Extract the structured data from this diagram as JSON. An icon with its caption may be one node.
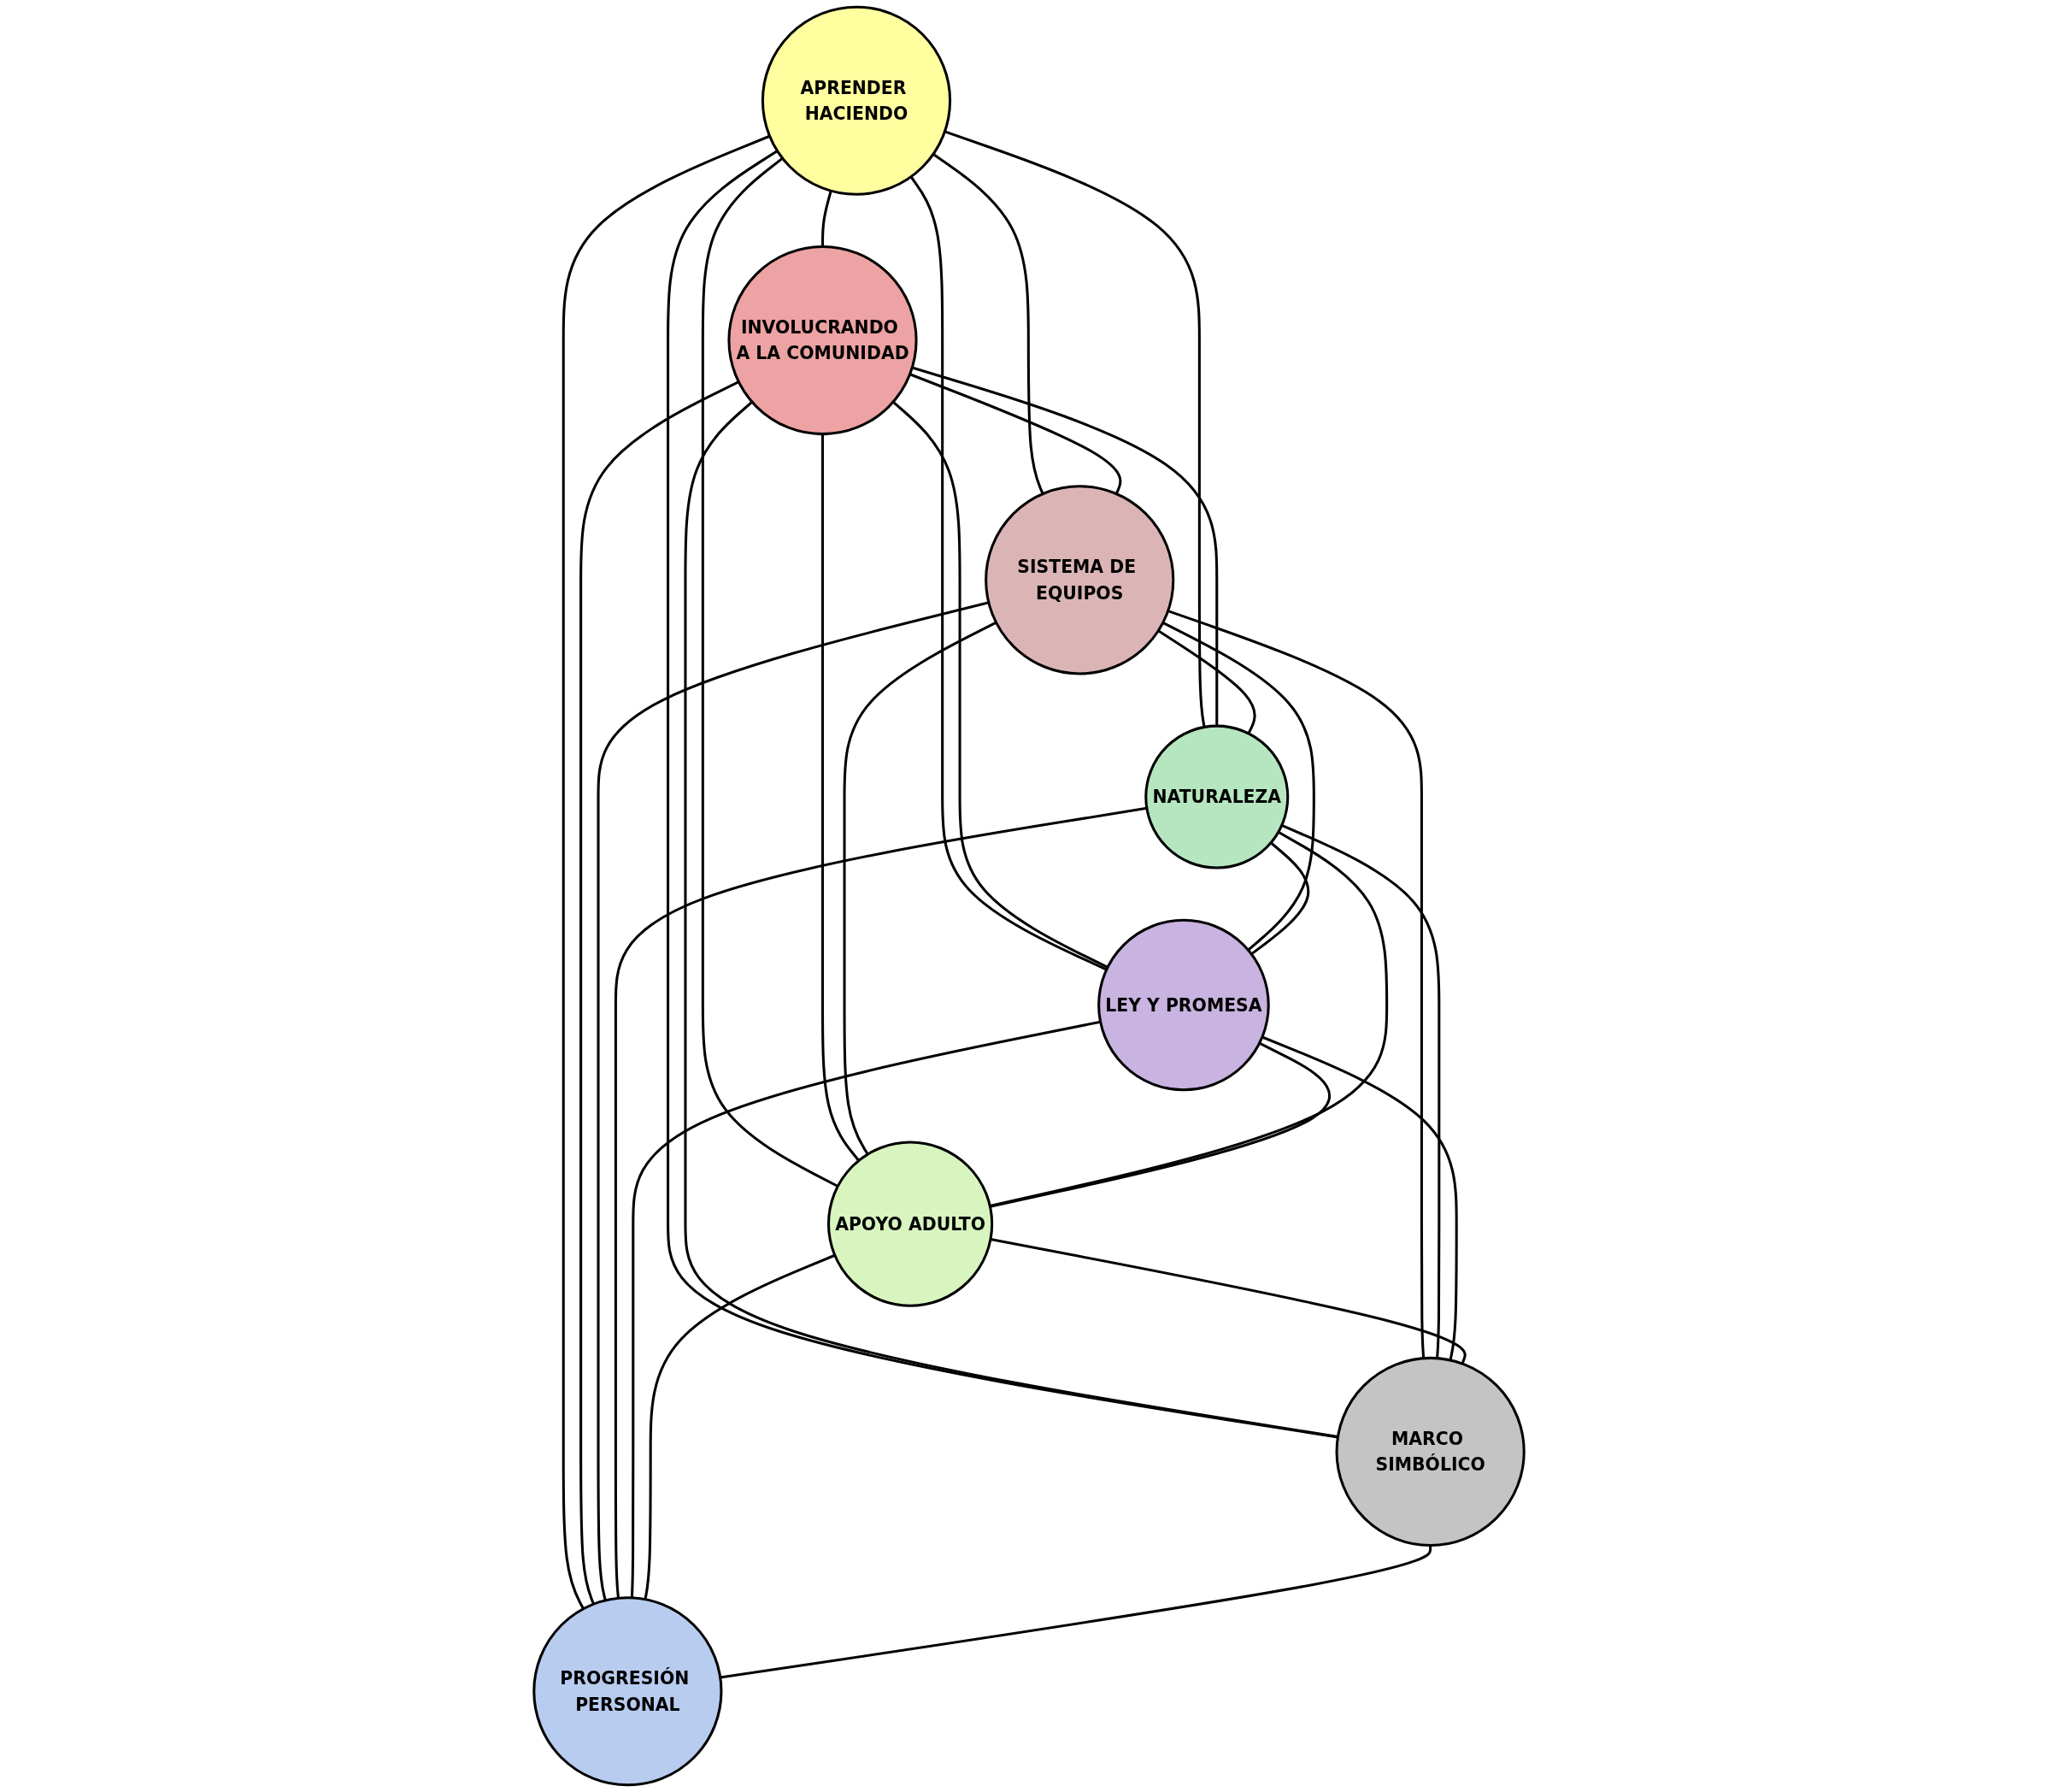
{
  "diagram": {
    "nodes": [
      {
        "text": [
          "APRENDER HACIENDO"
        ]
      },
      {
        "text": [
          "INVOLUCRANDO A LA COMUNIDAD"
        ]
      },
      {
        "text": [
          "SISTEMA DE EQUIPOS"
        ]
      },
      {
        "text": [
          "NATURALEZA"
        ]
      },
      {
        "text": [
          "LEY Y PROMESA"
        ]
      },
      {
        "text": [
          "APOYO ADULTO"
        ]
      },
      {
        "text": [
          "MARCO SIMBÓLICO"
        ]
      },
      {
        "text": [
          "PROGRESIÓN PERSONAL"
        ]
      }
    ],
    "edges": [
      {
        "from": 0,
        "to": 1,
        "arrow": "none"
      },
      {
        "from": 0,
        "to": 2,
        "arrow": "none"
      },
      {
        "from": 0,
        "to": 3,
        "arrow": "none"
      },
      {
        "from": 0,
        "to": 4,
        "arrow": "none"
      },
      {
        "from": 0,
        "to": 5,
        "arrow": "none"
      },
      {
        "from": 0,
        "to": 6,
        "arrow": "none"
      },
      {
        "from": 0,
        "to": 7,
        "arrow": "none"
      },
      {
        "from": 1,
        "to": 2,
        "arrow": "none"
      },
      {
        "from": 1,
        "to": 3,
        "arrow": "none"
      },
      {
        "from": 1,
        "to": 4,
        "arrow": "none"
      },
      {
        "from": 1,
        "to": 5,
        "arrow": "none"
      },
      {
        "from": 1,
        "to": 6,
        "arrow": "none"
      },
      {
        "from": 1,
        "to": 7,
        "arrow": "none"
      },
      {
        "from": 2,
        "to": 3,
        "arrow": "none"
      },
      {
        "from": 2,
        "to": 4,
        "arrow": "none"
      },
      {
        "from": 2,
        "to": 5,
        "arrow": "none"
      },
      {
        "from": 2,
        "to": 6,
        "arrow": "none"
      },
      {
        "from": 2,
        "to": 7,
        "arrow": "none"
      },
      {
        "from": 3,
        "to": 4,
        "arrow": "none"
      },
      {
        "from": 3,
        "to": 5,
        "arrow": "none"
      },
      {
        "from": 3,
        "to": 6,
        "arrow": "none"
      },
      {
        "from": 3,
        "to": 7,
        "arrow": "none"
      },
      {
        "from": 4,
        "to": 5,
        "arrow": "none"
      },
      {
        "from": 4,
        "to": 6,
        "arrow": "none"
      },
      {
        "from": 4,
        "to": 7,
        "arrow": "none"
      },
      {
        "from": 5,
        "to": 6,
        "arrow": "none"
      },
      {
        "from": 5,
        "to": 7,
        "arrow": "none"
      },
      {
        "from": 6,
        "to": 7,
        "arrow": "none"
      }
    ]
  }
}
